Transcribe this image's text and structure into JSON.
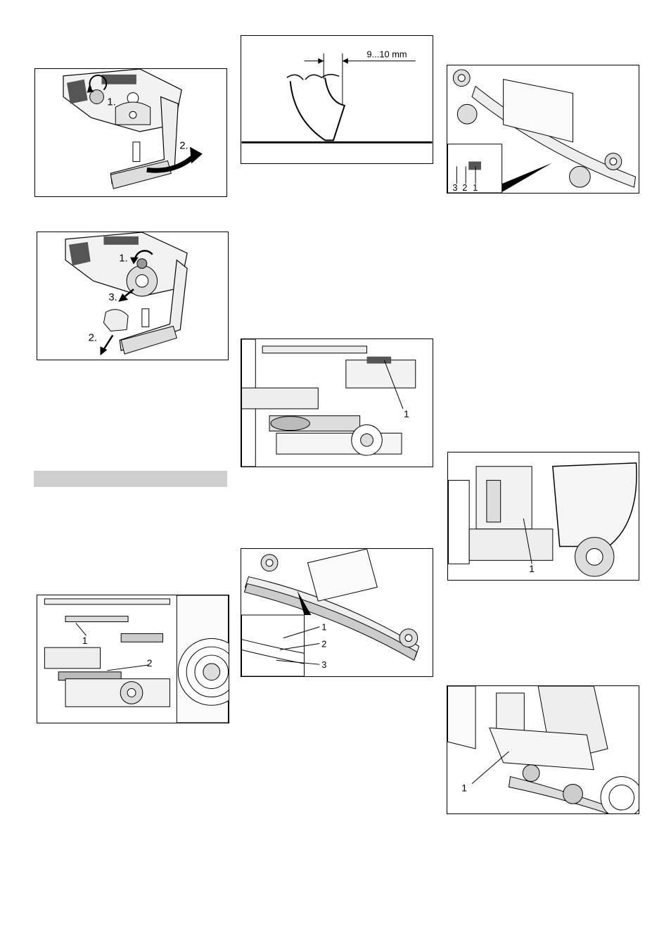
{
  "page": {
    "figures": [
      {
        "id": "fig-brush-cover-remove",
        "labels": [
          "1.",
          "2."
        ]
      },
      {
        "id": "fig-brush-remove",
        "labels": [
          "1.",
          "3.",
          "2."
        ]
      },
      {
        "id": "fig-squeegee-unit",
        "labels": [
          "1",
          "2"
        ]
      },
      {
        "id": "fig-blade-dimension",
        "labels": [
          "9...10 mm"
        ]
      },
      {
        "id": "fig-adjust-screw",
        "labels": [
          "1"
        ]
      },
      {
        "id": "fig-squeegee-blades",
        "labels": [
          "1",
          "2",
          "3"
        ]
      },
      {
        "id": "fig-squeegee-top",
        "labels": [
          "3",
          "2",
          "1"
        ]
      },
      {
        "id": "fig-side-view",
        "labels": [
          "1"
        ]
      },
      {
        "id": "fig-underside-view",
        "labels": [
          "1"
        ]
      }
    ]
  }
}
